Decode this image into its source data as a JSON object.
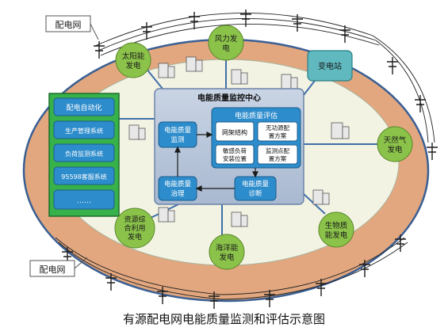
{
  "caption": "有源配电网电能质量监测和评估示意图",
  "grid_labels": {
    "top": "配电网",
    "bottom": "配电网"
  },
  "sources": {
    "solar": [
      "太阳能",
      "发电"
    ],
    "wind": [
      "风力发",
      "电"
    ],
    "gas": [
      "天然气",
      "发电"
    ],
    "bio": [
      "生物质",
      "能发电"
    ],
    "ocean": [
      "海洋能",
      "发电"
    ],
    "resource": [
      "资源综",
      "合利用",
      "发电"
    ]
  },
  "substation": "变电站",
  "systems_panel": {
    "items": [
      "配电自动化",
      "生产管理系统",
      "负荷监测系统",
      "95598客服系统",
      "……"
    ]
  },
  "center": {
    "title": "电能质量监控中心",
    "monitor": [
      "电能质量",
      "监测"
    ],
    "govern": [
      "电能质量",
      "治理"
    ],
    "diagnose": [
      "电能质量",
      "诊断"
    ],
    "evaluation": {
      "title": "电能质量评估",
      "items": [
        [
          "网架结构"
        ],
        [
          "无功源配",
          "置方案"
        ],
        [
          "敏感负荷",
          "安装位置"
        ],
        [
          "监测点配",
          "置方案"
        ]
      ]
    }
  },
  "colors": {
    "outer_ring": "#e2a77f",
    "inner_field": "#f2f2e2",
    "center_panel": "#b7c5da",
    "node_green": "#8bc34a",
    "box_blue": "#2d8ccb",
    "systems_green": "#37b14a",
    "link_blue": "#3f6fa8"
  },
  "icons": {
    "monitor_unit": "monitor-unit-icon",
    "pylon": "transmission-pylon-icon"
  }
}
